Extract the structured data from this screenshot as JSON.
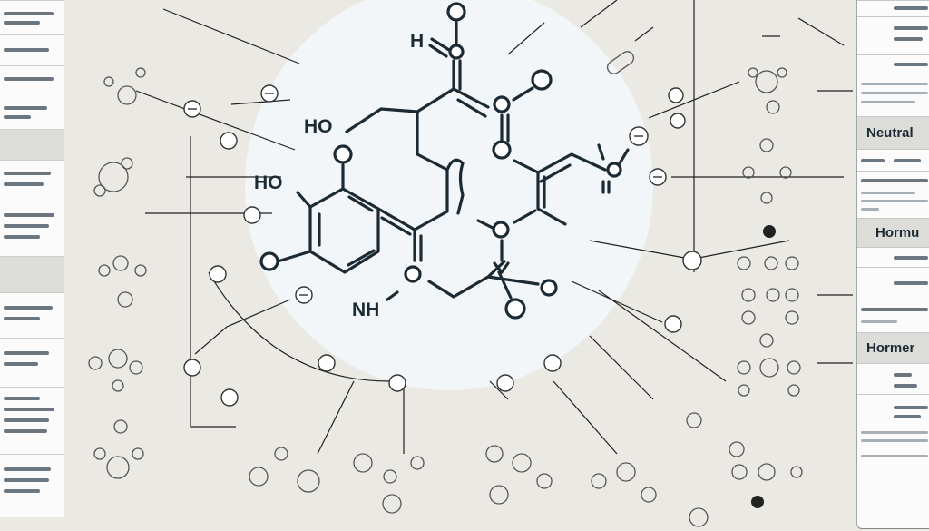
{
  "molecule": {
    "labels": {
      "ho_upper": "HO",
      "ho_left": "HO",
      "nh": "NH",
      "h_top": "H"
    }
  },
  "right_panel": {
    "headers": [
      "Neutral",
      "Hormu",
      "Hormer"
    ]
  },
  "colors": {
    "background": "#ebe9e4",
    "circle_backdrop": "#f3f6f8",
    "ink": "#1c2a33",
    "panel": "#fbfbfb",
    "panel_header": "#dcdcd8"
  }
}
